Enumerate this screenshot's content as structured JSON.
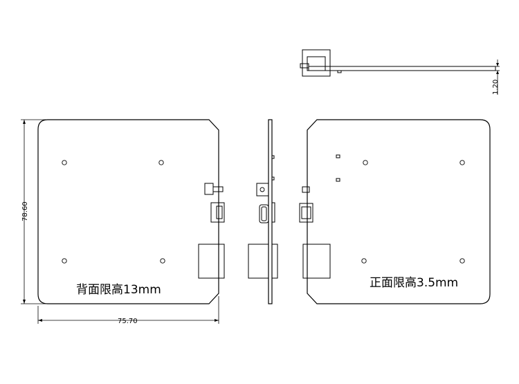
{
  "drawing": {
    "dimensions": {
      "width": "75.70",
      "height": "78.60",
      "thickness": "1.20"
    },
    "notes": {
      "back_height_limit": "背面限高13mm",
      "front_height_limit": "正面限高3.5mm"
    }
  }
}
